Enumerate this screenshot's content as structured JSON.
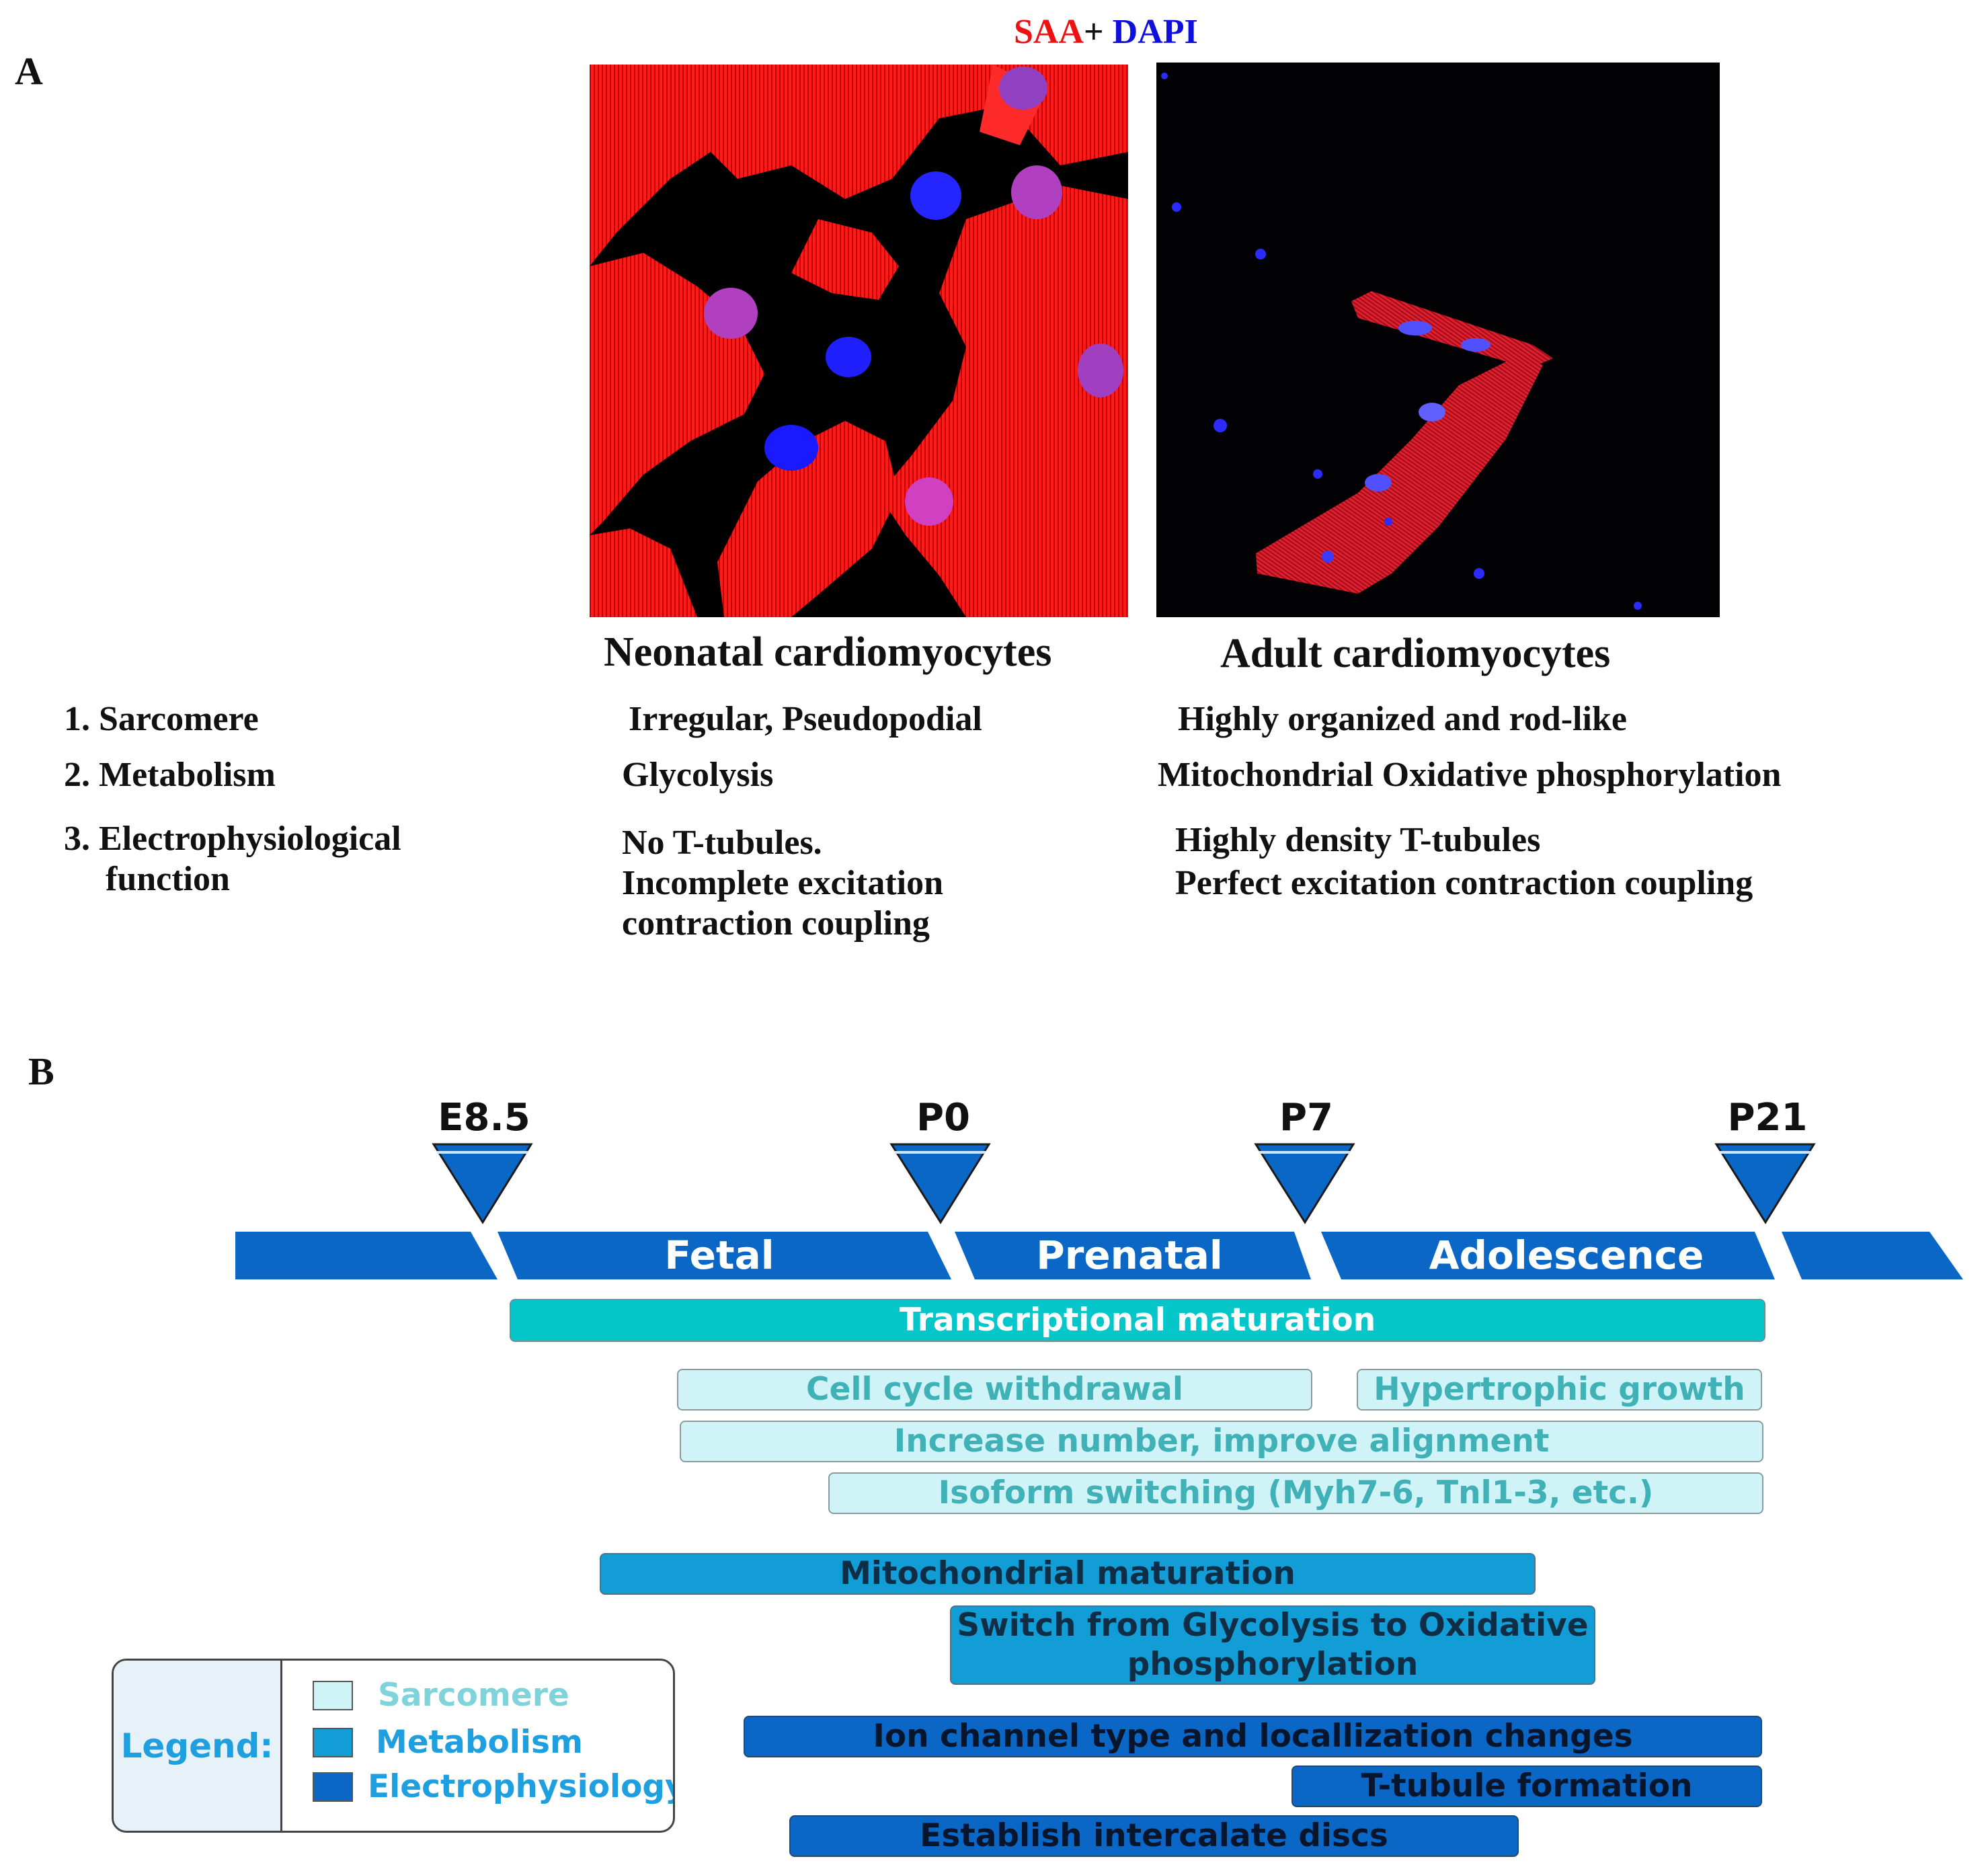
{
  "panel_a": {
    "letter": "A",
    "stain": {
      "red_part": "SAA",
      "plus": "+ ",
      "blue_part": "DAPI",
      "red_color": "#ee1111",
      "blue_color": "#1010dd"
    },
    "images": [
      {
        "caption": "Neonatal cardiomyocytes",
        "description": "red irregular spread cells with blue nuclei"
      },
      {
        "caption": "Adult cardiomyocytes",
        "description": "red rod-shaped striated cells on black"
      }
    ],
    "rows": [
      {
        "label": "1. Sarcomere",
        "neonatal": "Irregular, Pseudopodial",
        "adult": "Highly organized and rod-like"
      },
      {
        "label": "2. Metabolism",
        "neonatal": "Glycolysis",
        "adult": "Mitochondrial Oxidative phosphorylation"
      },
      {
        "label_line1": "3. Electrophysiological",
        "label_line2": "function",
        "neonatal_line1": "No T-tubules.",
        "neonatal_line2": "Incomplete excitation",
        "neonatal_line3": "contraction coupling",
        "adult_line1": "Highly density T-tubules",
        "adult_line2": "Perfect excitation contraction coupling"
      }
    ]
  },
  "panel_b": {
    "letter": "B",
    "markers": [
      "E8.5",
      "P0",
      "P7",
      "P21"
    ],
    "stages": [
      "Fetal",
      "Prenatal",
      "Adolescence"
    ],
    "timeline_color": "#0b67c5",
    "bars": {
      "transcriptional": "Transcriptional maturation",
      "cell_cycle": "Cell cycle withdrawal",
      "hypertrophic": "Hypertrophic growth",
      "increase_number": "Increase number, improve alignment",
      "isoform": "Isoform switching (Myh7-6, Tnl1-3, etc.)",
      "mitochondrial": "Mitochondrial maturation",
      "switch_line1": "Switch from Glycolysis to Oxidative",
      "switch_line2": "phosphorylation",
      "ion_channel": "Ion channel type and locallization changes",
      "t_tubule": "T-tubule formation",
      "intercalate": "Establish intercalate discs"
    },
    "legend": {
      "title": "Legend:",
      "items": [
        {
          "label": "Sarcomere",
          "swatch": "#cff3f6",
          "text_color": "#7fd3db"
        },
        {
          "label": "Metabolism",
          "swatch": "#129dd7",
          "text_color": "#1e9fe0"
        },
        {
          "label": "Electrophysiology",
          "swatch": "#0a67c6",
          "text_color": "#1e9fe0"
        }
      ]
    }
  }
}
